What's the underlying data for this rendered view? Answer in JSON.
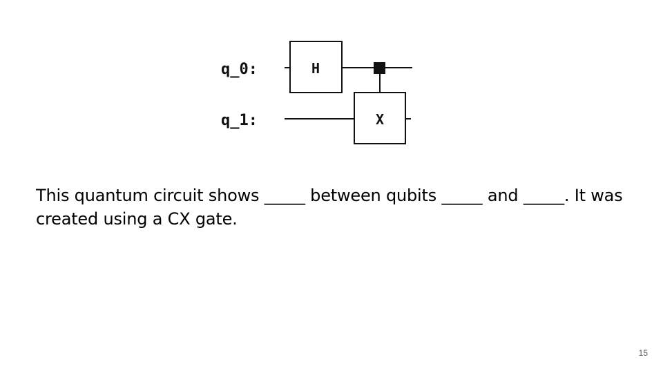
{
  "circuit": {
    "qubits": [
      {
        "label": "q_0:"
      },
      {
        "label": "q_1:"
      }
    ],
    "gates": {
      "hadamard": "H",
      "target": "X"
    }
  },
  "question": {
    "text": "This quantum circuit shows _____ between qubits _____ and _____. It was created using a CX gate."
  },
  "footer": {
    "slide_number": "15"
  }
}
